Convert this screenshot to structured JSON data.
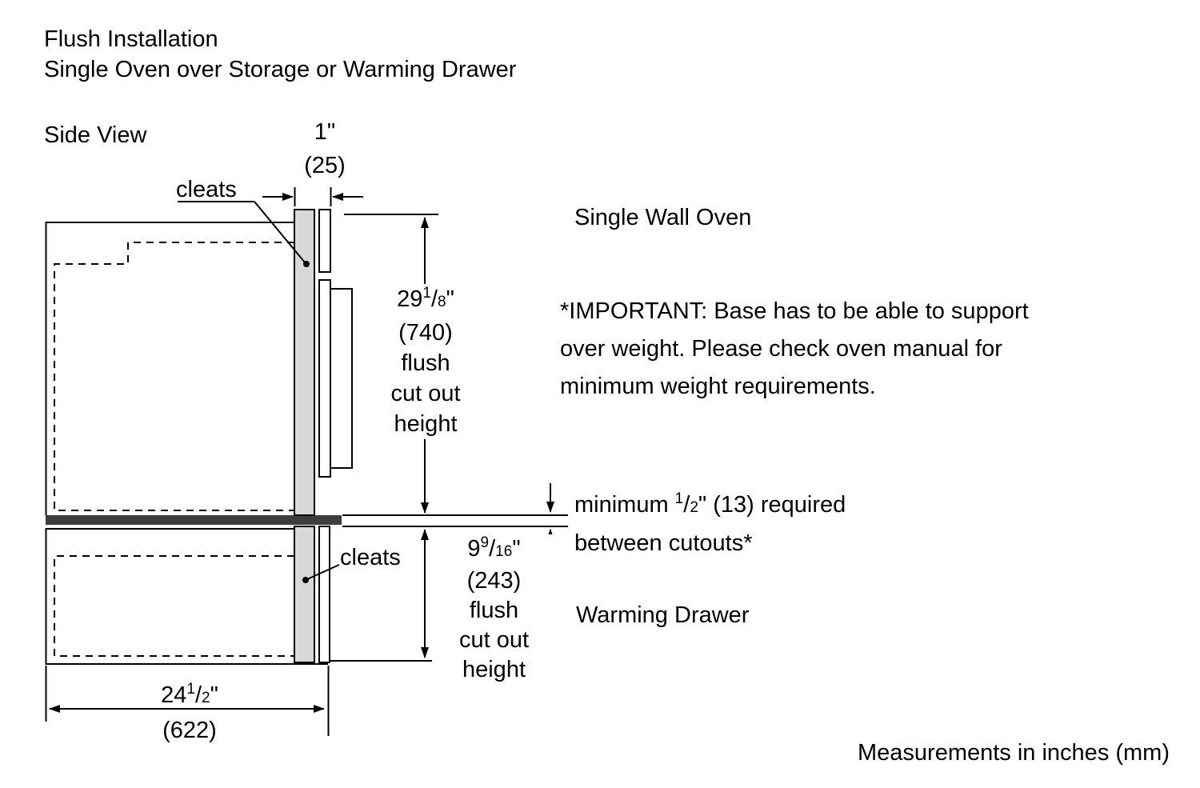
{
  "title": {
    "line1": "Flush Installation",
    "line2": "Single Oven over Storage or Warming Drawer"
  },
  "view_label": "Side View",
  "appliances": {
    "oven": "Single Wall Oven",
    "drawer": "Warming Drawer"
  },
  "cleats": {
    "top_label": "cleats",
    "bottom_label": "cleats"
  },
  "important_note": {
    "line1": "*IMPORTANT: Base has to be able to support",
    "line2": "over weight. Please check oven manual for",
    "line3": "minimum weight requirements."
  },
  "min_gap": {
    "prefix": "minimum ",
    "frac_num": "1",
    "slash": "/",
    "frac_den": "2",
    "suffix": "\" (13) required",
    "line2": "between cutouts*"
  },
  "dimensions": {
    "cleat_width": {
      "inches": "1\"",
      "mm": "(25)"
    },
    "oven_cutout": {
      "whole": "29",
      "frac_num": "1",
      "slash": "/",
      "frac_den": "8",
      "unit": "\"",
      "mm": "(740)",
      "desc1": "flush",
      "desc2": "cut out",
      "desc3": "height"
    },
    "drawer_cutout": {
      "whole": "9",
      "frac_num": "9",
      "slash": "/",
      "frac_den": "16",
      "unit": "\"",
      "mm": "(243)",
      "desc1": "flush",
      "desc2": "cut out",
      "desc3": "height"
    },
    "cabinet_depth": {
      "whole": "24",
      "frac_num": "1",
      "slash": "/",
      "frac_den": "2",
      "unit": "\"",
      "mm": "(622)"
    }
  },
  "footer": {
    "units_note": "Measurements in inches (mm)"
  },
  "colors": {
    "cleat_fill": "#d8d8d8",
    "divider_fill": "#3d3d3d",
    "line_color": "#000000"
  }
}
